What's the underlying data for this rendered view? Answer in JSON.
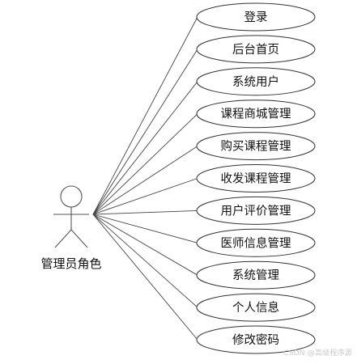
{
  "diagram": {
    "actor": {
      "label": "管理员角色"
    },
    "use_cases": [
      {
        "label": "登录"
      },
      {
        "label": "后台首页"
      },
      {
        "label": "系统用户"
      },
      {
        "label": "课程商城管理"
      },
      {
        "label": "购买课程管理"
      },
      {
        "label": "收发课程管理"
      },
      {
        "label": "用户评价管理"
      },
      {
        "label": "医师信息管理"
      },
      {
        "label": "系统管理"
      },
      {
        "label": "个人信息"
      },
      {
        "label": "修改密码"
      }
    ]
  },
  "watermark": "CSDN @高级程序源"
}
